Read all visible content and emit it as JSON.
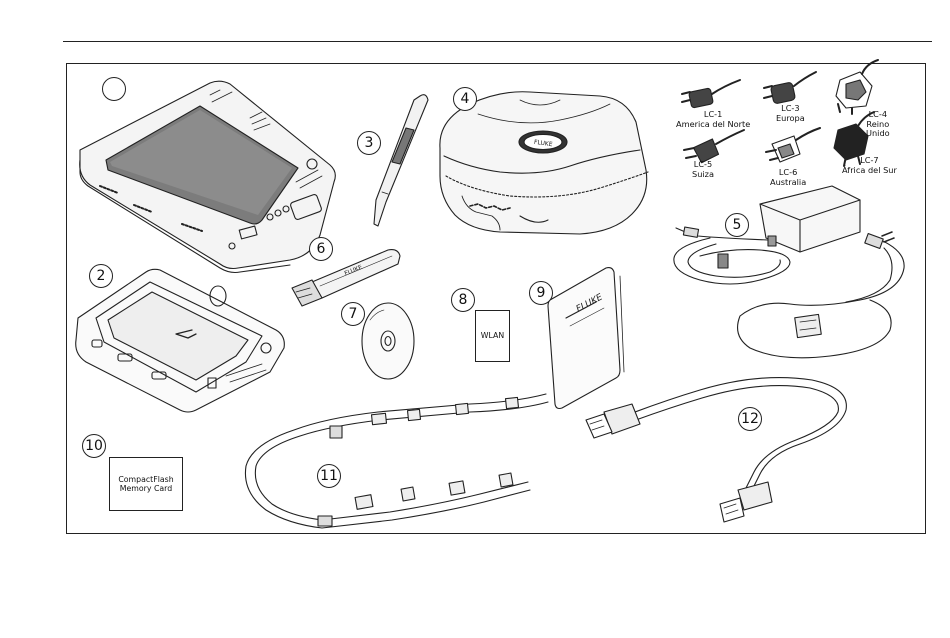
{
  "figure": {
    "callouts": {
      "c1": "",
      "c2": "2",
      "c3": "3",
      "c4": "4",
      "c5": "5",
      "c6": "6",
      "c7": "7",
      "c8": "8",
      "c9": "9",
      "c10": "10",
      "c11": "11",
      "c12": "12"
    },
    "plugs": {
      "lc1_code": "LC-1",
      "lc1_region": "America del Norte",
      "lc3_code": "LC-3",
      "lc3_region": "Europa",
      "lc4_code": "LC-4",
      "lc4_region_1": "Reino",
      "lc4_region_2": "Unido",
      "lc5_code": "LC-5",
      "lc5_region": "Suiza",
      "lc6_code": "LC-6",
      "lc6_region": "Australia",
      "lc7_code": "LC-7",
      "lc7_region": "África del Sur"
    },
    "wlan_card_label": "WLAN",
    "cf_card_line1": "CompactFlash",
    "cf_card_line2": "Memory Card",
    "cd_brand": "FLUKE",
    "manual_brand": "FLUKE",
    "case_brand": "FLUKE",
    "usb_brand": "FLUKE"
  }
}
